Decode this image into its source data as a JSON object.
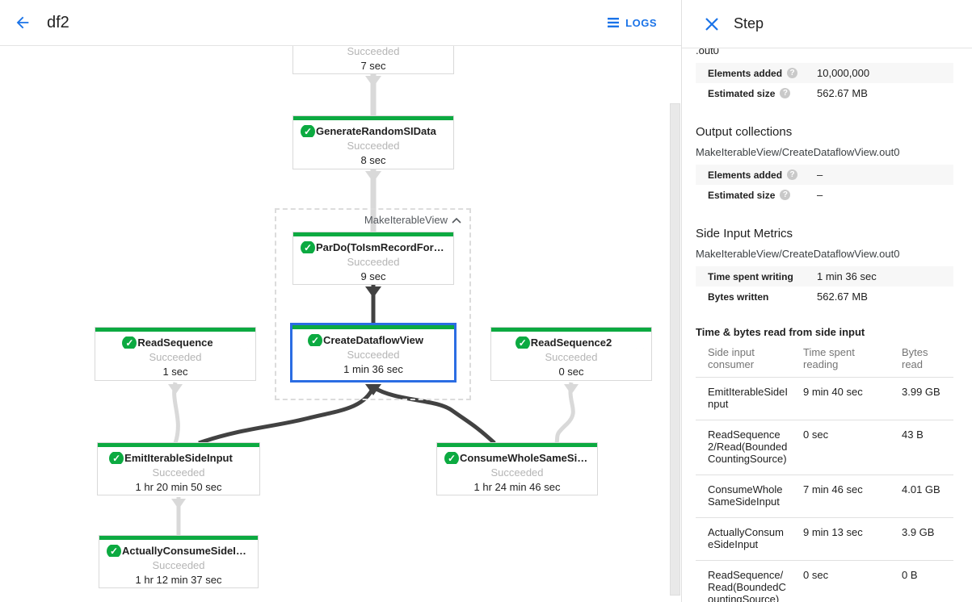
{
  "topbar": {
    "title": "df2",
    "logs_label": "LOGS"
  },
  "colors": {
    "accent_blue": "#1a73e8",
    "selected_node_border": "#2b6de3",
    "success_green": "#0caa41",
    "edge_dark": "#424242",
    "edge_light": "#d9d9d9"
  },
  "graph": {
    "group_label": "MakeIterableView",
    "nodes": [
      {
        "title": "",
        "status": "Succeeded",
        "time": "7 sec"
      },
      {
        "title": "GenerateRandomSIData",
        "status": "Succeeded",
        "time": "8 sec"
      },
      {
        "title": "ParDo(ToIsmRecordFor…",
        "status": "Succeeded",
        "time": "9 sec"
      },
      {
        "title": "ReadSequence",
        "status": "Succeeded",
        "time": "1 sec"
      },
      {
        "title": "CreateDataflowView",
        "status": "Succeeded",
        "time": "1 min 36 sec"
      },
      {
        "title": "ReadSequence2",
        "status": "Succeeded",
        "time": "0 sec"
      },
      {
        "title": "EmitIterableSideInput",
        "status": "Succeeded",
        "time": "1 hr 20 min 50 sec"
      },
      {
        "title": "ConsumeWholeSameSi…",
        "status": "Succeeded",
        "time": "1 hr 24 min 46 sec"
      },
      {
        "title": "ActuallyConsumeSideI…",
        "status": "Succeeded",
        "time": "1 hr 12 min 37 sec"
      }
    ]
  },
  "panel": {
    "title": "Step",
    "clipped_top_text": ".out0",
    "top_rows": [
      {
        "label": "Elements added",
        "value": "10,000,000"
      },
      {
        "label": "Estimated size",
        "value": "562.67 MB"
      }
    ],
    "output_collections": {
      "heading": "Output collections",
      "collection": "MakeIterableView/CreateDataflowView.out0",
      "rows": [
        {
          "label": "Elements added",
          "value": "–"
        },
        {
          "label": "Estimated size",
          "value": "–"
        }
      ]
    },
    "side_input_metrics": {
      "heading": "Side Input Metrics",
      "collection": "MakeIterableView/CreateDataflowView.out0",
      "rows": [
        {
          "label": "Time spent writing",
          "value": "1 min 36 sec"
        },
        {
          "label": "Bytes written",
          "value": "562.67 MB"
        }
      ]
    },
    "side_input_table": {
      "heading": "Time & bytes read from side input",
      "columns": [
        "Side input consumer",
        "Time spent reading",
        "Bytes read"
      ],
      "rows": [
        [
          "EmitIterableSideInput",
          "9 min 40 sec",
          "3.99 GB"
        ],
        [
          "ReadSequence2/Read(BoundedCountingSource)",
          "0 sec",
          "43 B"
        ],
        [
          "ConsumeWholeSameSideInput",
          "7 min 46 sec",
          "4.01 GB"
        ],
        [
          "ActuallyConsumeSideInput",
          "9 min 13 sec",
          "3.9 GB"
        ],
        [
          "ReadSequence/Read(BoundedCountingSource)",
          "0 sec",
          "0 B"
        ]
      ]
    }
  }
}
